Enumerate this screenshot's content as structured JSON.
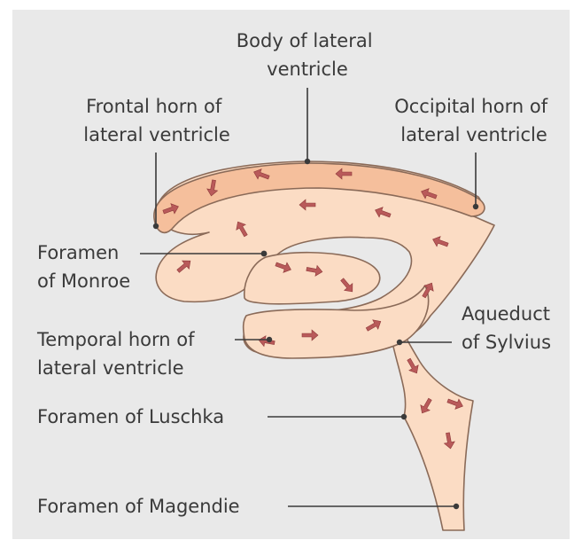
{
  "labels": {
    "body_of_lateral_ventricle": [
      "Body of lateral",
      "ventricle"
    ],
    "frontal_horn": [
      "Frontal horn of",
      "lateral ventricle"
    ],
    "occipital_horn": [
      "Occipital horn of",
      "lateral ventricle"
    ],
    "foramen_of_monroe": [
      "Foramen",
      "of Monroe"
    ],
    "temporal_horn": [
      "Temporal horn of",
      "lateral ventricle"
    ],
    "aqueduct_of_sylvius": [
      "Aqueduct",
      "of Sylvius"
    ],
    "foramen_of_luschka": "Foramen of Luschka",
    "foramen_of_magendie": "Foramen of Magendie"
  },
  "colors": {
    "background": "#e9e9e9",
    "ventricle_fill": "#fbdcc4",
    "ventricle_top_fill": "#f5bf9c",
    "outline": "#8a6a58",
    "flow_arrow": "#b95a5a",
    "text": "#3a3a3a"
  }
}
